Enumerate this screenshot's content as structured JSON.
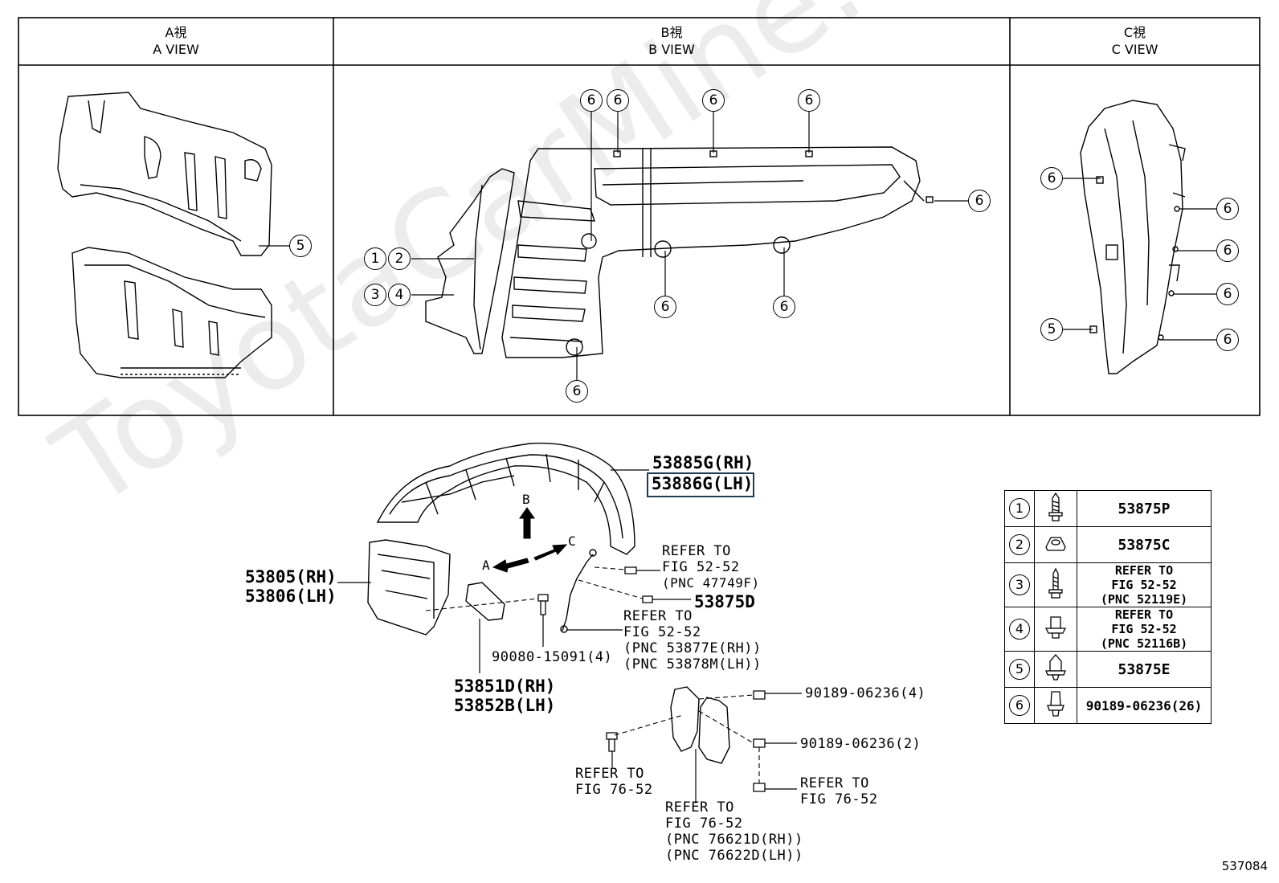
{
  "views": [
    {
      "title_jp": "A視",
      "title_en": "A VIEW"
    },
    {
      "title_jp": "B視",
      "title_en": "B VIEW"
    },
    {
      "title_jp": "C視",
      "title_en": "C VIEW"
    }
  ],
  "callouts": {
    "c1": "1",
    "c2": "2",
    "c3": "3",
    "c4": "4",
    "c5": "5",
    "c6": "6"
  },
  "labels": {
    "liner_rh": "53885G(RH)",
    "liner_lh": "53886G(LH)",
    "seal_rh": "53805(RH)",
    "seal_lh": "53806(LH)",
    "pad_rh": "53851D(RH)",
    "pad_lh": "53852B(LH)",
    "bolt_90080": "90080-15091(4)",
    "ref1_l1": "REFER TO",
    "ref1_l2": "FIG 52-52",
    "ref1_l3": "(PNC 47749F)",
    "part_53875d": "53875D",
    "ref2_l1": "REFER TO",
    "ref2_l2": "FIG 52-52",
    "ref2_l3": "(PNC 53877E(RH))",
    "ref2_l4": "(PNC 53878M(LH))",
    "clip4": "90189-06236(4)",
    "clip2": "90189-06236(2)",
    "ref3_l1": "REFER TO",
    "ref3_l2": "FIG 76-52",
    "ref4_l1": "REFER TO",
    "ref4_l2": "FIG 76-52",
    "ref5_l1": "REFER TO",
    "ref5_l2": "FIG 76-52",
    "ref5_l3": "(PNC 76621D(RH))",
    "ref5_l4": "(PNC 76622D(LH))",
    "arrow_a": "A",
    "arrow_b": "B",
    "arrow_c": "C"
  },
  "legend": [
    {
      "num": "1",
      "icon": "screw-icon",
      "text": "53875P"
    },
    {
      "num": "2",
      "icon": "clip-nut-icon",
      "text": "53875C"
    },
    {
      "num": "3",
      "icon": "bolt-icon",
      "text": "REFER TO",
      "text2": "FIG 52-52",
      "text3": "(PNC 52119E)"
    },
    {
      "num": "4",
      "icon": "clip-icon",
      "text": "REFER TO",
      "text2": "FIG 52-52",
      "text3": "(PNC 52116B)"
    },
    {
      "num": "5",
      "icon": "push-clip-icon",
      "text": "53875E"
    },
    {
      "num": "6",
      "icon": "retainer-icon",
      "text": "90189-06236(26)"
    }
  ],
  "diagram_id": "537084",
  "watermark": "ToyotaCarMine.ru",
  "colors": {
    "line": "#000000",
    "highlight": "#1d3b52",
    "background": "#ffffff"
  }
}
